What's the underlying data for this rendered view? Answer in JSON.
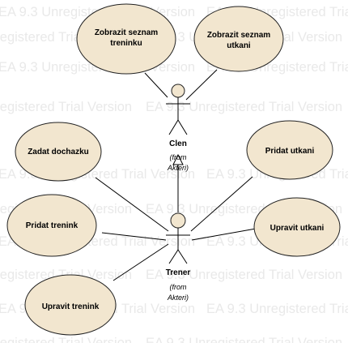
{
  "watermark_text": "EA 9.3 Unregistered Trial Version",
  "use_cases": {
    "zobrazit_treninky": [
      "Zobrazit seznam",
      "treninku"
    ],
    "zobrazit_utkani": [
      "Zobrazit seznam",
      "utkani"
    ],
    "zadat_dochazku": [
      "Zadat dochazku"
    ],
    "pridat_trenink": [
      "Pridat trenink"
    ],
    "upravit_trenink": [
      "Upravit trenink"
    ],
    "pridat_utkani": [
      "Pridat utkani"
    ],
    "upravit_utkani": [
      "Upravit utkani"
    ]
  },
  "actors": {
    "clen": {
      "name": "Clen",
      "from": [
        "(from",
        "Akteri)"
      ]
    },
    "trener": {
      "name": "Trener",
      "from": [
        "(from",
        "Akteri)"
      ]
    }
  },
  "colors": {
    "use_case_fill": "#f2e6cf",
    "watermark": "#e9e9e9"
  }
}
